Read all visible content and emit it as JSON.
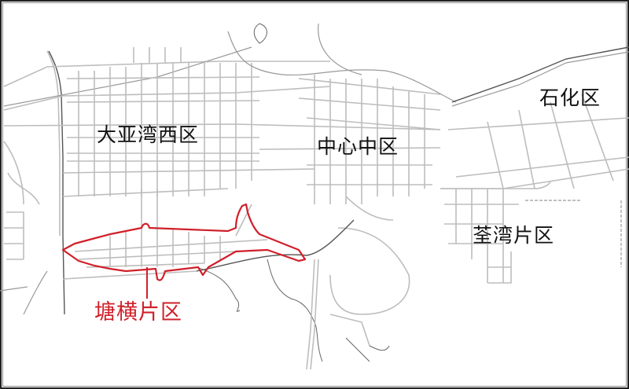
{
  "map": {
    "type": "district road map",
    "labels": {
      "daya_bay_west": "大亚湾西区",
      "central_center": "中心中区",
      "petrochemical": "石化区",
      "quanwan": "荃湾片区",
      "tangheng": "塘横片区"
    },
    "highlight": {
      "district": "塘横片区",
      "outline_color": "#d0202a"
    },
    "colors": {
      "roads": "#bdbdbd",
      "coastline": "#666666",
      "background": "#ffffff",
      "label_text": "#111111",
      "highlight": "#d0202a"
    }
  }
}
